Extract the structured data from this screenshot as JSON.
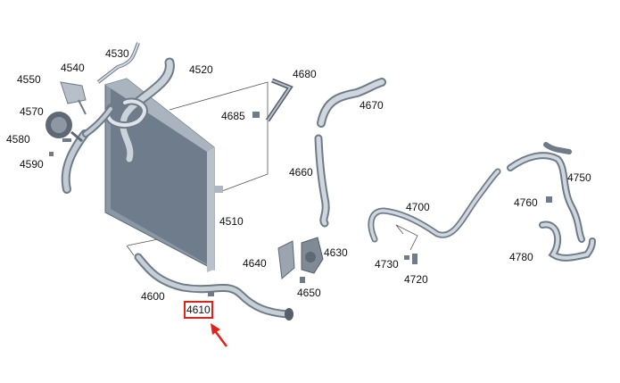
{
  "labels": {
    "l4550": "4550",
    "l4540": "4540",
    "l4530": "4530",
    "l4520": "4520",
    "l4570": "4570",
    "l4580": "4580",
    "l4590": "4590",
    "l4510": "4510",
    "l4600": "4600",
    "l4610": "4610",
    "l4680": "4680",
    "l4685": "4685",
    "l4670": "4670",
    "l4660": "4660",
    "l4640": "4640",
    "l4630": "4630",
    "l4650": "4650",
    "l4700": "4700",
    "l4730": "4730",
    "l4720": "4720",
    "l4750": "4750",
    "l4760": "4760",
    "l4780": "4780"
  },
  "highlight": {
    "part": "4610",
    "color": "#e0221b"
  }
}
